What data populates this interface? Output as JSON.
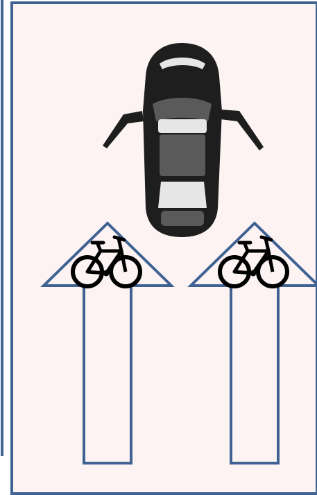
{
  "colors": {
    "panel_fill": "#fdf3f3",
    "border": "#3f6293",
    "arrow_stroke": "#3f6293",
    "arrow_fill": "#fdf3f3",
    "bike": "#000000",
    "car_body": "#1e1e1e",
    "car_glass": "#5a5a5a",
    "car_highlight": "#e6e6e6"
  },
  "icons": {
    "car": "car-top-view-icon",
    "bicycle": "bicycle-icon",
    "arrow": "arrow-up-icon"
  },
  "lanes": [
    {
      "direction": "up",
      "icon": "bicycle-icon"
    },
    {
      "direction": "up",
      "icon": "bicycle-icon"
    }
  ],
  "car": {
    "doors": "open",
    "view": "top"
  }
}
